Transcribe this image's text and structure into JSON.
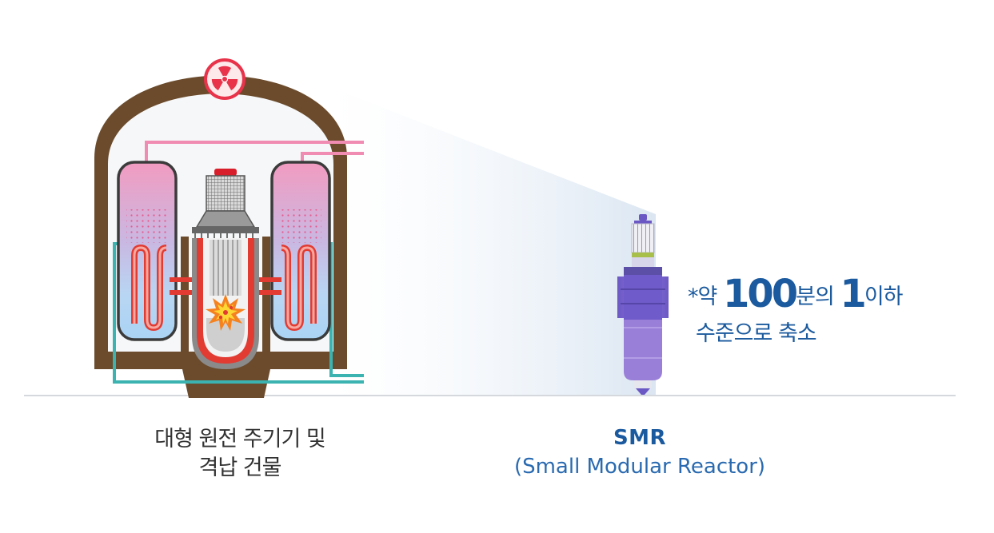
{
  "captions": {
    "left_line1": "대형 원전 주기기 및",
    "left_line2": "격납 건물",
    "right_title": "SMR",
    "right_subtitle": "(Small Modular Reactor)"
  },
  "note": {
    "prefix": "*약 ",
    "value1": "100",
    "mid": "분의 ",
    "value2": "1",
    "suffix": "이하",
    "line2": "수준으로 축소"
  },
  "icons": {
    "radiation": "radiation-icon",
    "explosion": "core-explosion-icon"
  },
  "colors": {
    "containment_wall": "#6b4b2c",
    "containment_fill": "#f5f6f7",
    "steam_pipe": "#f08bb1",
    "hot_loop": "#e23b32",
    "cold_loop": "#3bb3b0",
    "smr_body": "#7a5fc8",
    "text_blue": "#1b5a9e"
  }
}
